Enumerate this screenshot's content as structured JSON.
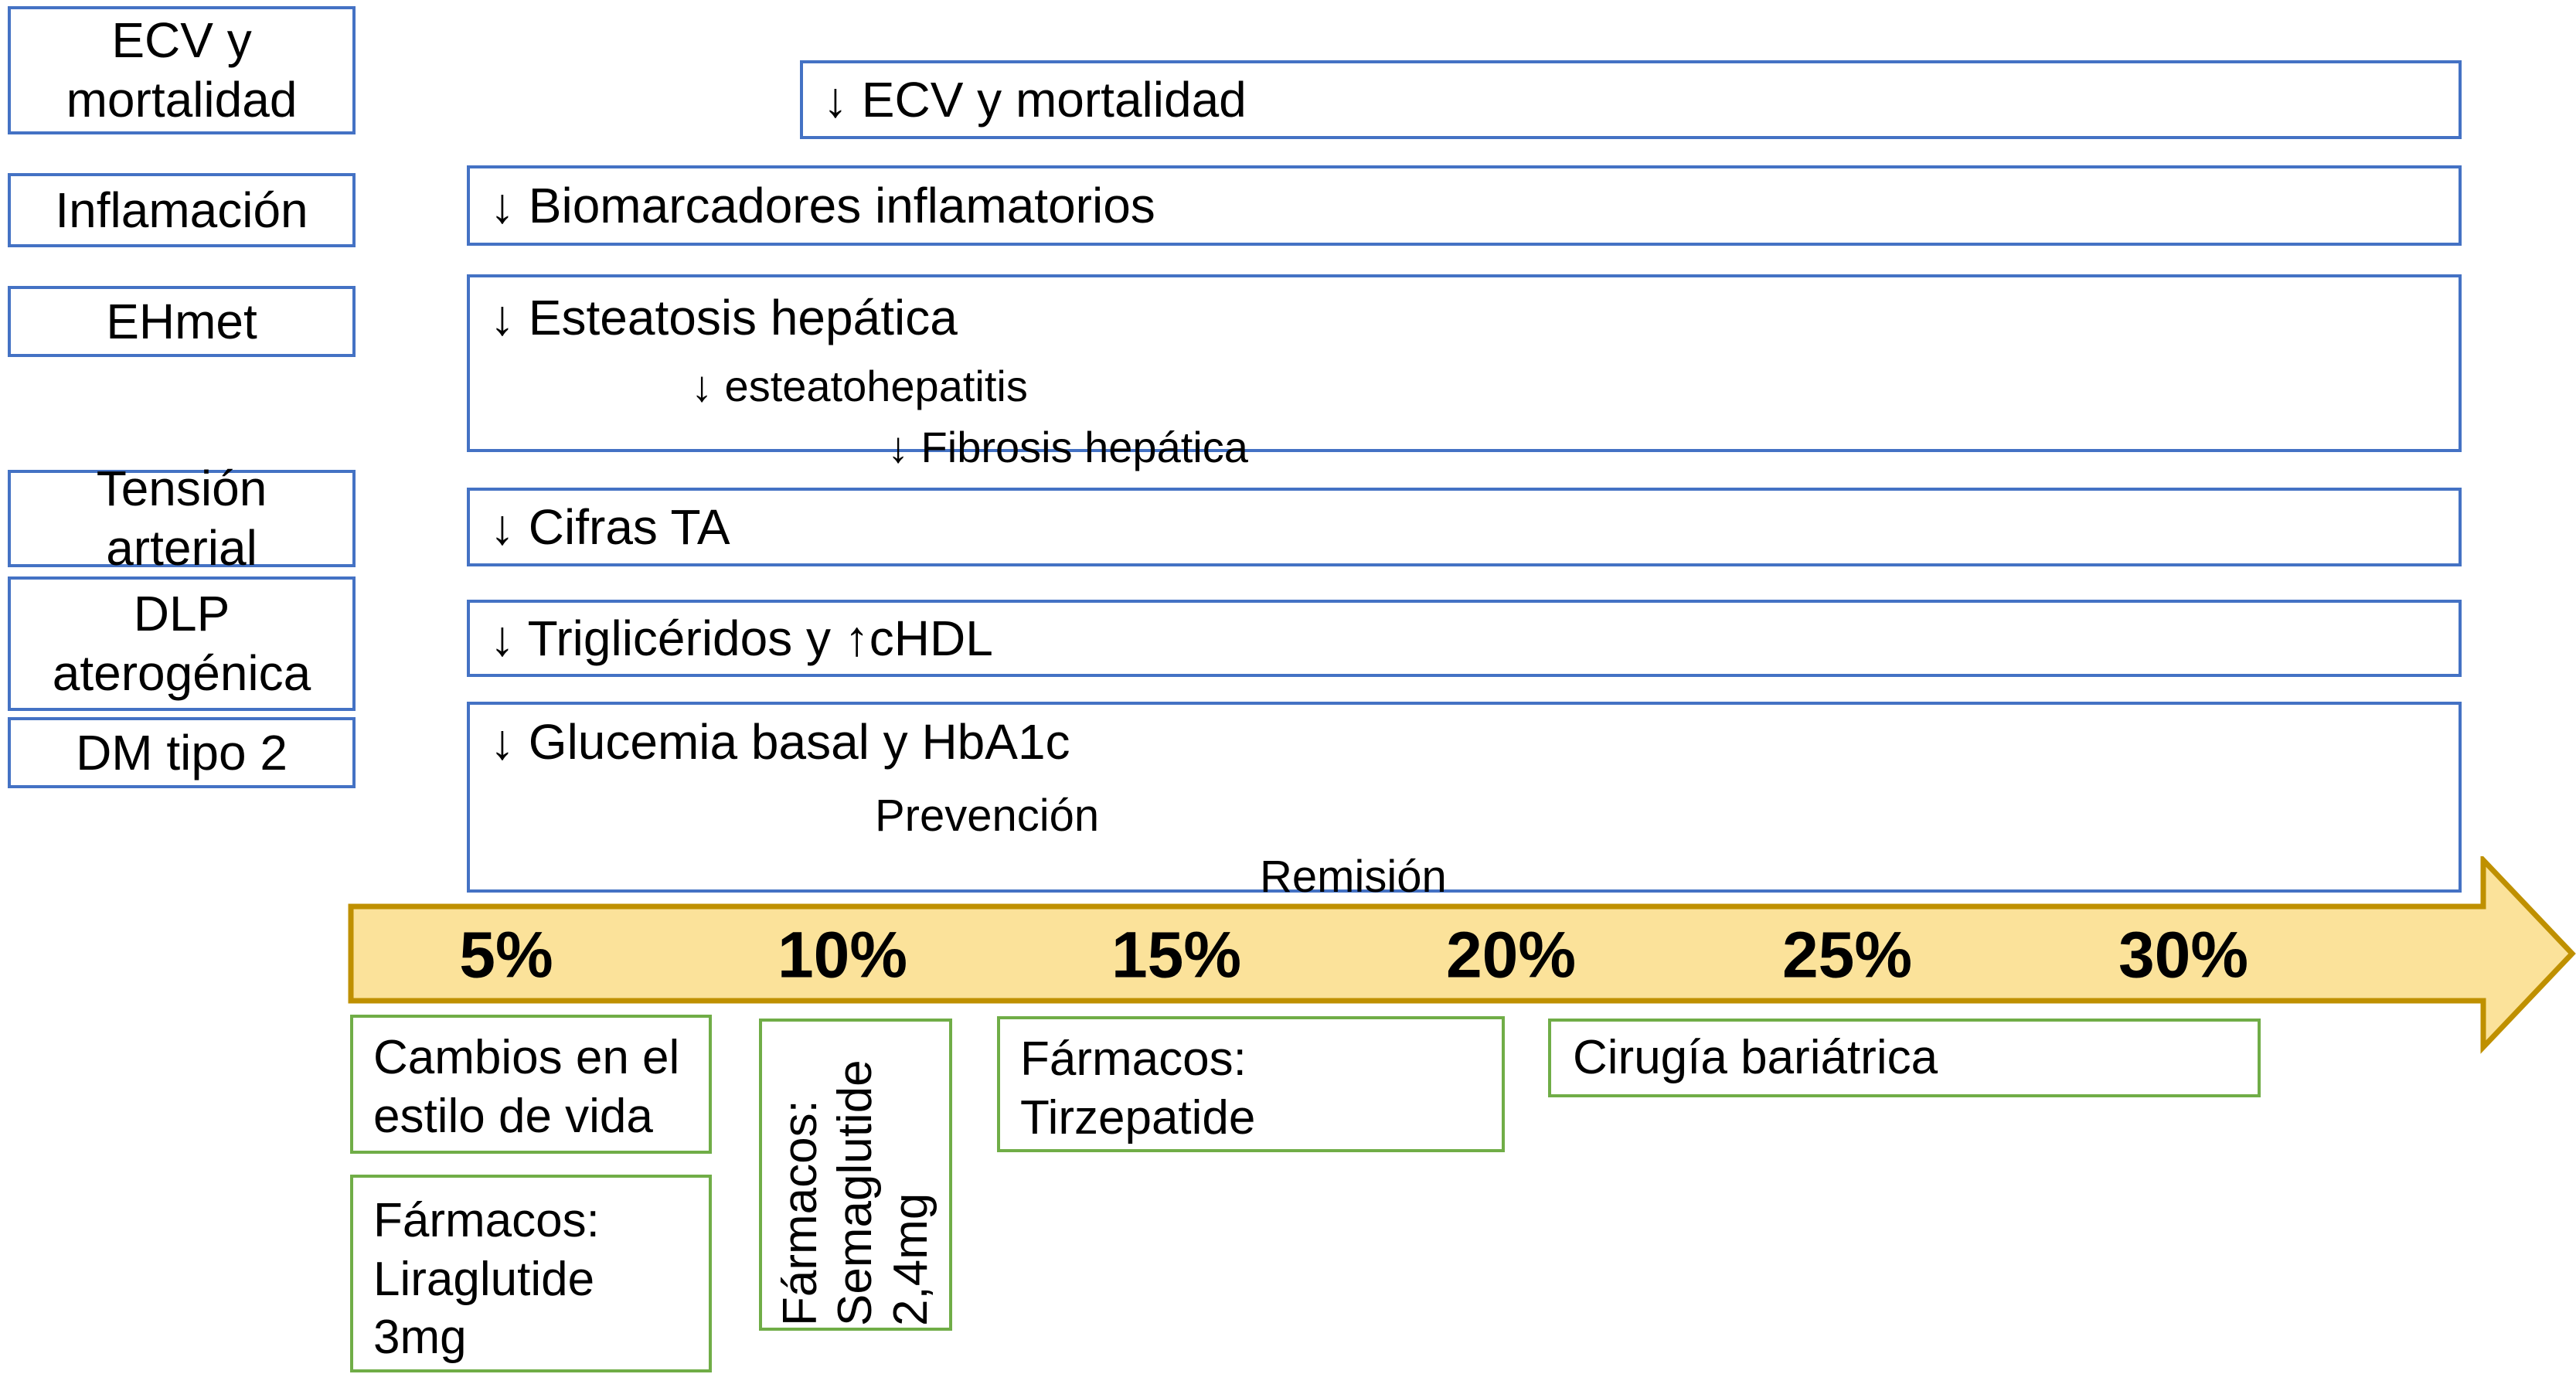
{
  "colors": {
    "blue_border": "#4472C4",
    "green_border": "#70AD47",
    "arrow_fill": "#FBE29A",
    "arrow_border": "#BF9000",
    "text": "#000000",
    "background": "#FFFFFF"
  },
  "left_column": [
    {
      "label": "ECV y\nmortalidad"
    },
    {
      "label": "Inflamación"
    },
    {
      "label": "EHmet"
    },
    {
      "label": "Tensión\narterial"
    },
    {
      "label": "DLP\naterogénica"
    },
    {
      "label": "DM tipo 2"
    }
  ],
  "effects": {
    "ecv": "↓ ECV y mortalidad",
    "inflamacion": "↓ Biomarcadores inflamatorios",
    "ehmet_lines": [
      "↓ Esteatosis hepática",
      "↓ esteatohepatitis",
      "↓ Fibrosis hepática"
    ],
    "tension": "↓ Cifras TA",
    "dlp": "↓ Triglicéridos y ↑cHDL",
    "dm_lines": [
      "↓ Glucemia basal y HbA1c",
      "Prevención",
      "Remisión"
    ]
  },
  "arrow": {
    "ticks": [
      "5%",
      "10%",
      "15%",
      "20%",
      "25%",
      "30%"
    ]
  },
  "interventions": {
    "lifestyle": "Cambios en el\nestilo de vida",
    "liraglutide": "Fármacos:\nLiraglutide\n3mg",
    "semaglutide": "Fármacos:\nSemaglutide\n2,4mg",
    "tirzepatide": "Fármacos:\nTirzepatide",
    "surgery": "Cirugía bariátrica"
  }
}
